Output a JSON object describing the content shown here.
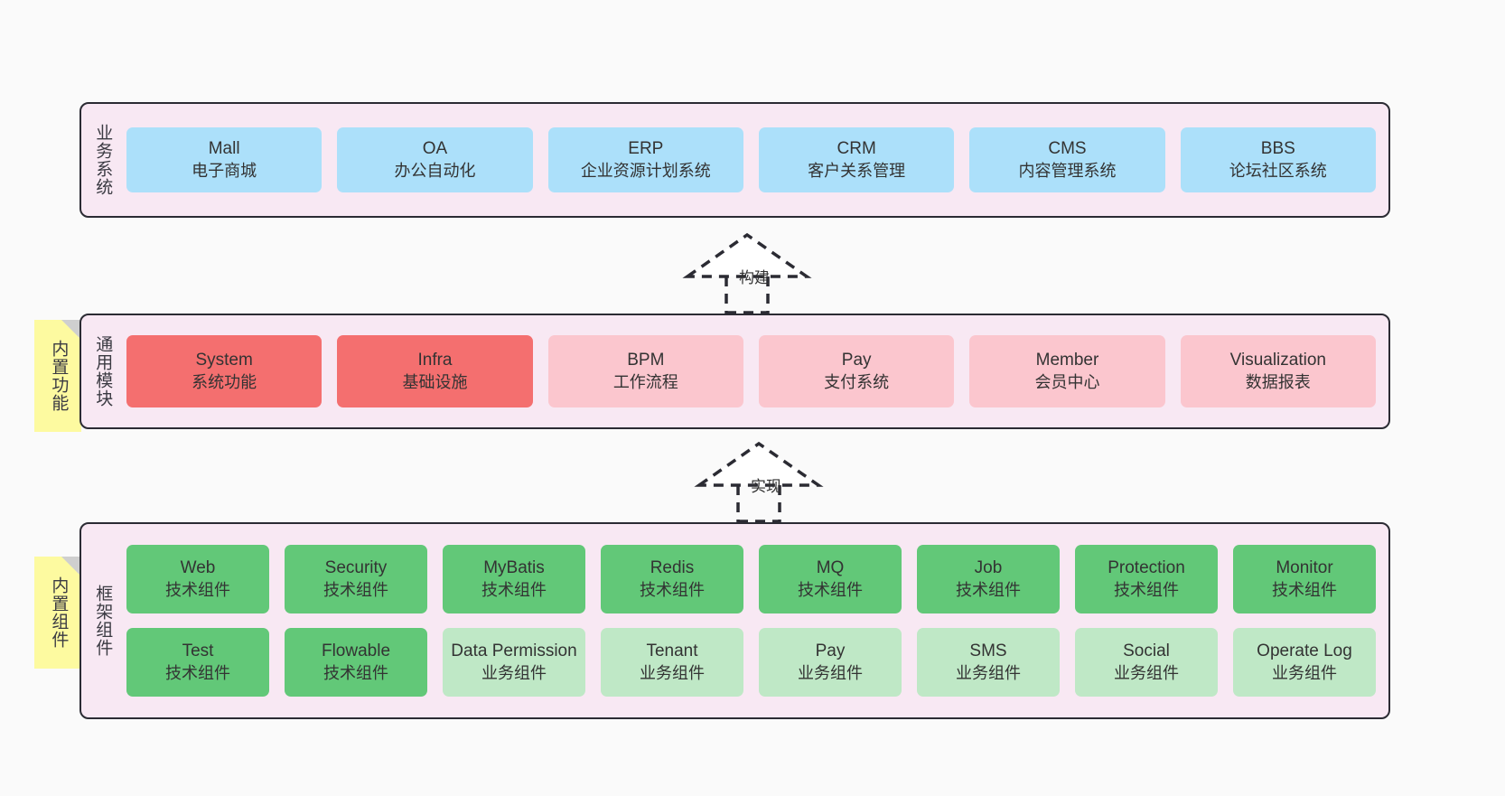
{
  "layers": [
    {
      "id": "business",
      "title": "业务系统",
      "rows": [
        {
          "cards": [
            {
              "en": "Mall",
              "cn": "电子商城",
              "color": "#ace0fa"
            },
            {
              "en": "OA",
              "cn": "办公自动化",
              "color": "#ace0fa"
            },
            {
              "en": "ERP",
              "cn": "企业资源计划系统",
              "color": "#ace0fa"
            },
            {
              "en": "CRM",
              "cn": "客户关系管理",
              "color": "#ace0fa"
            },
            {
              "en": "CMS",
              "cn": "内容管理系统",
              "color": "#ace0fa"
            },
            {
              "en": "BBS",
              "cn": "论坛社区系统",
              "color": "#ace0fa"
            }
          ]
        }
      ]
    },
    {
      "id": "common",
      "title": "通用模块",
      "note": "内置功能",
      "rows": [
        {
          "cards": [
            {
              "en": "System",
              "cn": "系统功能",
              "color": "#f46f6f"
            },
            {
              "en": "Infra",
              "cn": "基础设施",
              "color": "#f46f6f"
            },
            {
              "en": "BPM",
              "cn": "工作流程",
              "color": "#fbc6ce"
            },
            {
              "en": "Pay",
              "cn": "支付系统",
              "color": "#fbc6ce"
            },
            {
              "en": "Member",
              "cn": "会员中心",
              "color": "#fbc6ce"
            },
            {
              "en": "Visualization",
              "cn": "数据报表",
              "color": "#fbc6ce"
            }
          ]
        }
      ]
    },
    {
      "id": "frame",
      "title": "框架组件",
      "note": "内置组件",
      "rows": [
        {
          "cards": [
            {
              "en": "Web",
              "cn": "技术组件",
              "color": "#62c878"
            },
            {
              "en": "Security",
              "cn": "技术组件",
              "color": "#62c878"
            },
            {
              "en": "MyBatis",
              "cn": "技术组件",
              "color": "#62c878"
            },
            {
              "en": "Redis",
              "cn": "技术组件",
              "color": "#62c878"
            },
            {
              "en": "MQ",
              "cn": "技术组件",
              "color": "#62c878"
            },
            {
              "en": "Job",
              "cn": "技术组件",
              "color": "#62c878"
            },
            {
              "en": "Protection",
              "cn": "技术组件",
              "color": "#62c878"
            },
            {
              "en": "Monitor",
              "cn": "技术组件",
              "color": "#62c878"
            }
          ]
        },
        {
          "cards": [
            {
              "en": "Test",
              "cn": "技术组件",
              "color": "#62c878"
            },
            {
              "en": "Flowable",
              "cn": "技术组件",
              "color": "#62c878"
            },
            {
              "en": "Data Permission",
              "cn": "业务组件",
              "color": "#bfe8c6"
            },
            {
              "en": "Tenant",
              "cn": "业务组件",
              "color": "#bfe8c6"
            },
            {
              "en": "Pay",
              "cn": "业务组件",
              "color": "#bfe8c6"
            },
            {
              "en": "SMS",
              "cn": "业务组件",
              "color": "#bfe8c6"
            },
            {
              "en": "Social",
              "cn": "业务组件",
              "color": "#bfe8c6"
            },
            {
              "en": "Operate Log",
              "cn": "业务组件",
              "color": "#bfe8c6"
            }
          ]
        }
      ]
    }
  ],
  "arrows": [
    {
      "id": "build",
      "label": "构建"
    },
    {
      "id": "impl",
      "label": "实现"
    }
  ],
  "colors": {
    "canvas_background": "#fafafa",
    "layer_background": "#f8e8f3",
    "layer_border": "#2b2b33",
    "note_background": "#fdfaa0",
    "note_fold": "#cfcfcf",
    "text": "#333333",
    "blue": "#ace0fa",
    "red": "#f46f6f",
    "pink": "#fbc6ce",
    "green": "#62c878",
    "light_green": "#bfe8c6"
  }
}
